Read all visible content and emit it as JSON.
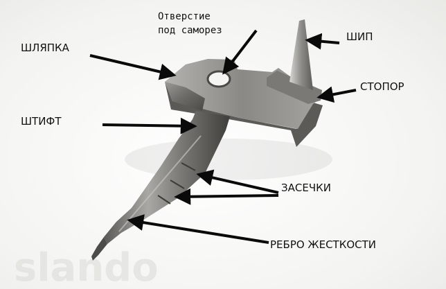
{
  "labels": {
    "hole": [
      "Отверстие",
      "под  саморез"
    ],
    "head": "ШЛЯПКА",
    "spike": "ШИП",
    "stopper": "СТОПОР",
    "pin": "ШТИФТ",
    "notches": "ЗАСЕЧКИ",
    "rib": "РЕБРО ЖЕСТКОСТИ"
  },
  "watermark": "slando",
  "colors": {
    "label": "#111111",
    "arrow": "#0a0a0a",
    "metal": "#8f8e8a"
  }
}
